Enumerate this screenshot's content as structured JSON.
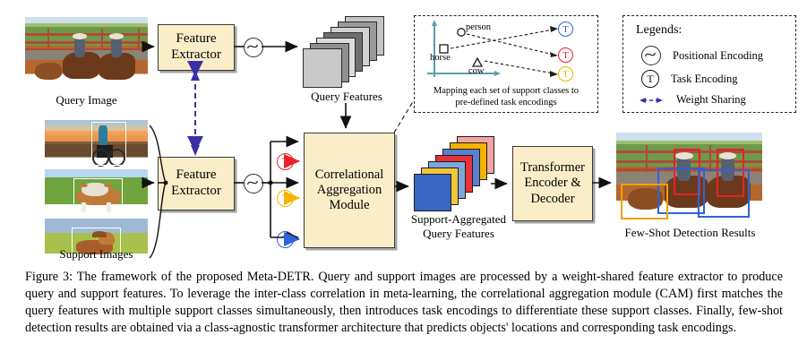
{
  "figure": {
    "caption": "Figure 3: The framework of the proposed Meta-DETR. Query and support images are processed by a weight-shared feature extractor to produce query and support features. To leverage the inter-class correlation in meta-learning, the correlational aggregation module (CAM) first matches the query features with multiple support classes simultaneously, then introduces task encodings to differentiate these support classes. Finally, few-shot detection results are obtained via a class-agnostic transformer architecture that predicts objects' locations and corresponding task encodings."
  },
  "nodes": {
    "feature_extractor_query": "Feature\nExtractor",
    "feature_extractor_query_l1": "Feature",
    "feature_extractor_query_l2": "Extractor",
    "feature_extractor_support_l1": "Feature",
    "feature_extractor_support_l2": "Extractor",
    "cam_l1": "Correlational",
    "cam_l2": "Aggregation",
    "cam_l3": "Module",
    "transformer_l1": "Transformer",
    "transformer_l2": "Encoder &",
    "transformer_l3": "Decoder"
  },
  "labels": {
    "query_image": "Query Image",
    "support_images": "Support Images",
    "query_features": "Query Features",
    "support_aggregated_l1": "Support-Aggregated",
    "support_aggregated_l2": "Query Features",
    "detection_results": "Few-Shot Detection Results"
  },
  "mapping_panel": {
    "class_person": "person",
    "class_horse": "horse",
    "class_cow": "cow",
    "encoding_glyph": "T",
    "caption_l1": "Mapping each set of support classes to",
    "caption_l2": "pre-defined task encodings"
  },
  "legends": {
    "title": "Legends:",
    "items": [
      {
        "icon": "positional-encoding-icon",
        "label": "Positional Encoding"
      },
      {
        "icon": "task-encoding-icon",
        "label": "Task Encoding",
        "glyph": "T"
      },
      {
        "icon": "weight-sharing-icon",
        "label": "Weight Sharing"
      }
    ]
  },
  "task_encodings": [
    {
      "glyph": "T",
      "color": "#e8202a",
      "name": "red"
    },
    {
      "glyph": "T",
      "color": "#f2b400",
      "name": "yellow"
    },
    {
      "glyph": "T",
      "color": "#2f62d8",
      "name": "blue"
    }
  ],
  "colors": {
    "box_fill": "#faeec8",
    "box_stroke": "#3a3a3a",
    "weight_sharing": "#3b2fa8",
    "axis": "#5b9bb0",
    "task_red": "#e8202a",
    "task_yellow": "#f2b400",
    "task_blue": "#2f62d8",
    "bbox_red": "#e8202a",
    "bbox_blue": "#2f62d8",
    "bbox_orange": "#f0a000"
  },
  "stacks": {
    "query_feature_sheets": [
      "#c9c9c9",
      "#8f8f8f",
      "#dcdcdc",
      "#6f6f6f",
      "#d2d2d2",
      "#9a9a9a",
      "#c4c4c4"
    ],
    "aggregated_feature_sheets": [
      "#3a67c4",
      "#f2c53d",
      "#7ea6dd",
      "#e8333a",
      "#5b7fd0",
      "#f2b400",
      "#f4a3a3"
    ]
  }
}
